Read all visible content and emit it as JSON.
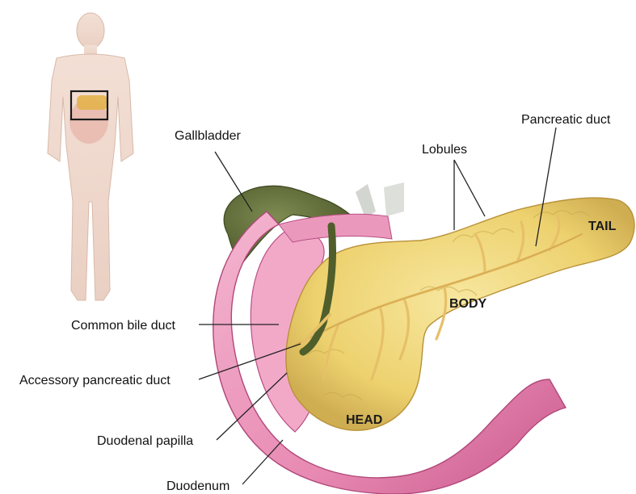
{
  "labels": {
    "gallbladder": "Gallbladder",
    "lobules": "Lobules",
    "pancreatic_duct": "Pancreatic duct",
    "tail": "TAIL",
    "body": "BODY",
    "head": "HEAD",
    "common_bile_duct": "Common bile duct",
    "accessory_pancreatic_duct": "Accessory pancreatic duct",
    "duodenal_papilla": "Duodenal papilla",
    "duodenum": "Duodenum"
  },
  "colors": {
    "pancreas": "#f0d878",
    "pancreas_edge": "#c9a84a",
    "duodenum": "#e98cb6",
    "duodenum_inner": "#d6679a",
    "gallbladder": "#5e6b3a",
    "duct": "#e6c068",
    "body_silhouette": "#f2dcd0",
    "leader_line": "#222222"
  }
}
